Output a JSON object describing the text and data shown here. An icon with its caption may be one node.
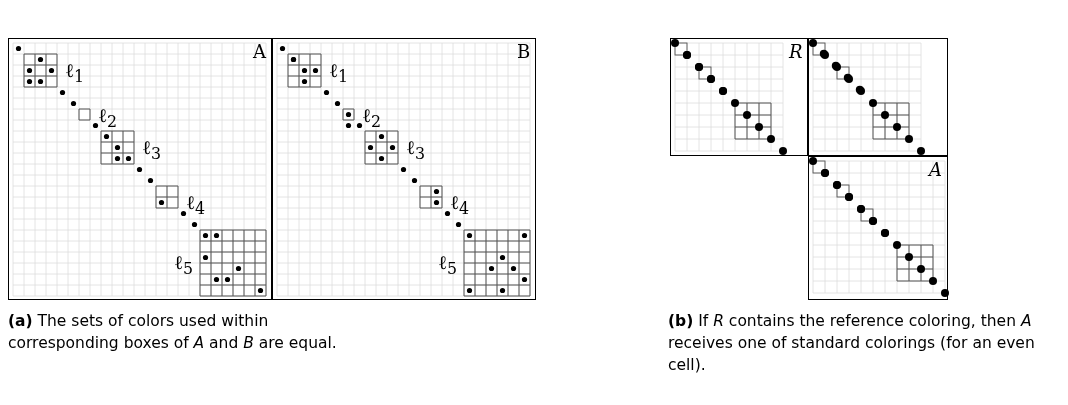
{
  "diagram": {
    "nodes": [
      {
        "text": [
          "A"
        ]
      },
      {
        "text": [
          "B"
        ]
      },
      {
        "text": [
          "R"
        ]
      },
      {
        "text": [],
        "shape": "box"
      },
      {
        "text": [
          "A"
        ]
      }
    ],
    "labels": [
      "ℓ$_{1}$",
      "ℓ$_{2}$",
      "ℓ$_{3}$",
      "ℓ$_{4}$",
      "ℓ$_{5}$",
      "ℓ$_{1}$",
      "ℓ$_{2}$",
      "ℓ$_{3}$",
      "ℓ$_{4}$",
      "ℓ$_{5}$",
      "**(a)** The sets of colors used within corresponding boxes of *A* and *B* are equal.",
      "**(b)** If *R* contains the reference coloring, then *A* receives one of standard colorings (for an even cell)."
    ]
  }
}
